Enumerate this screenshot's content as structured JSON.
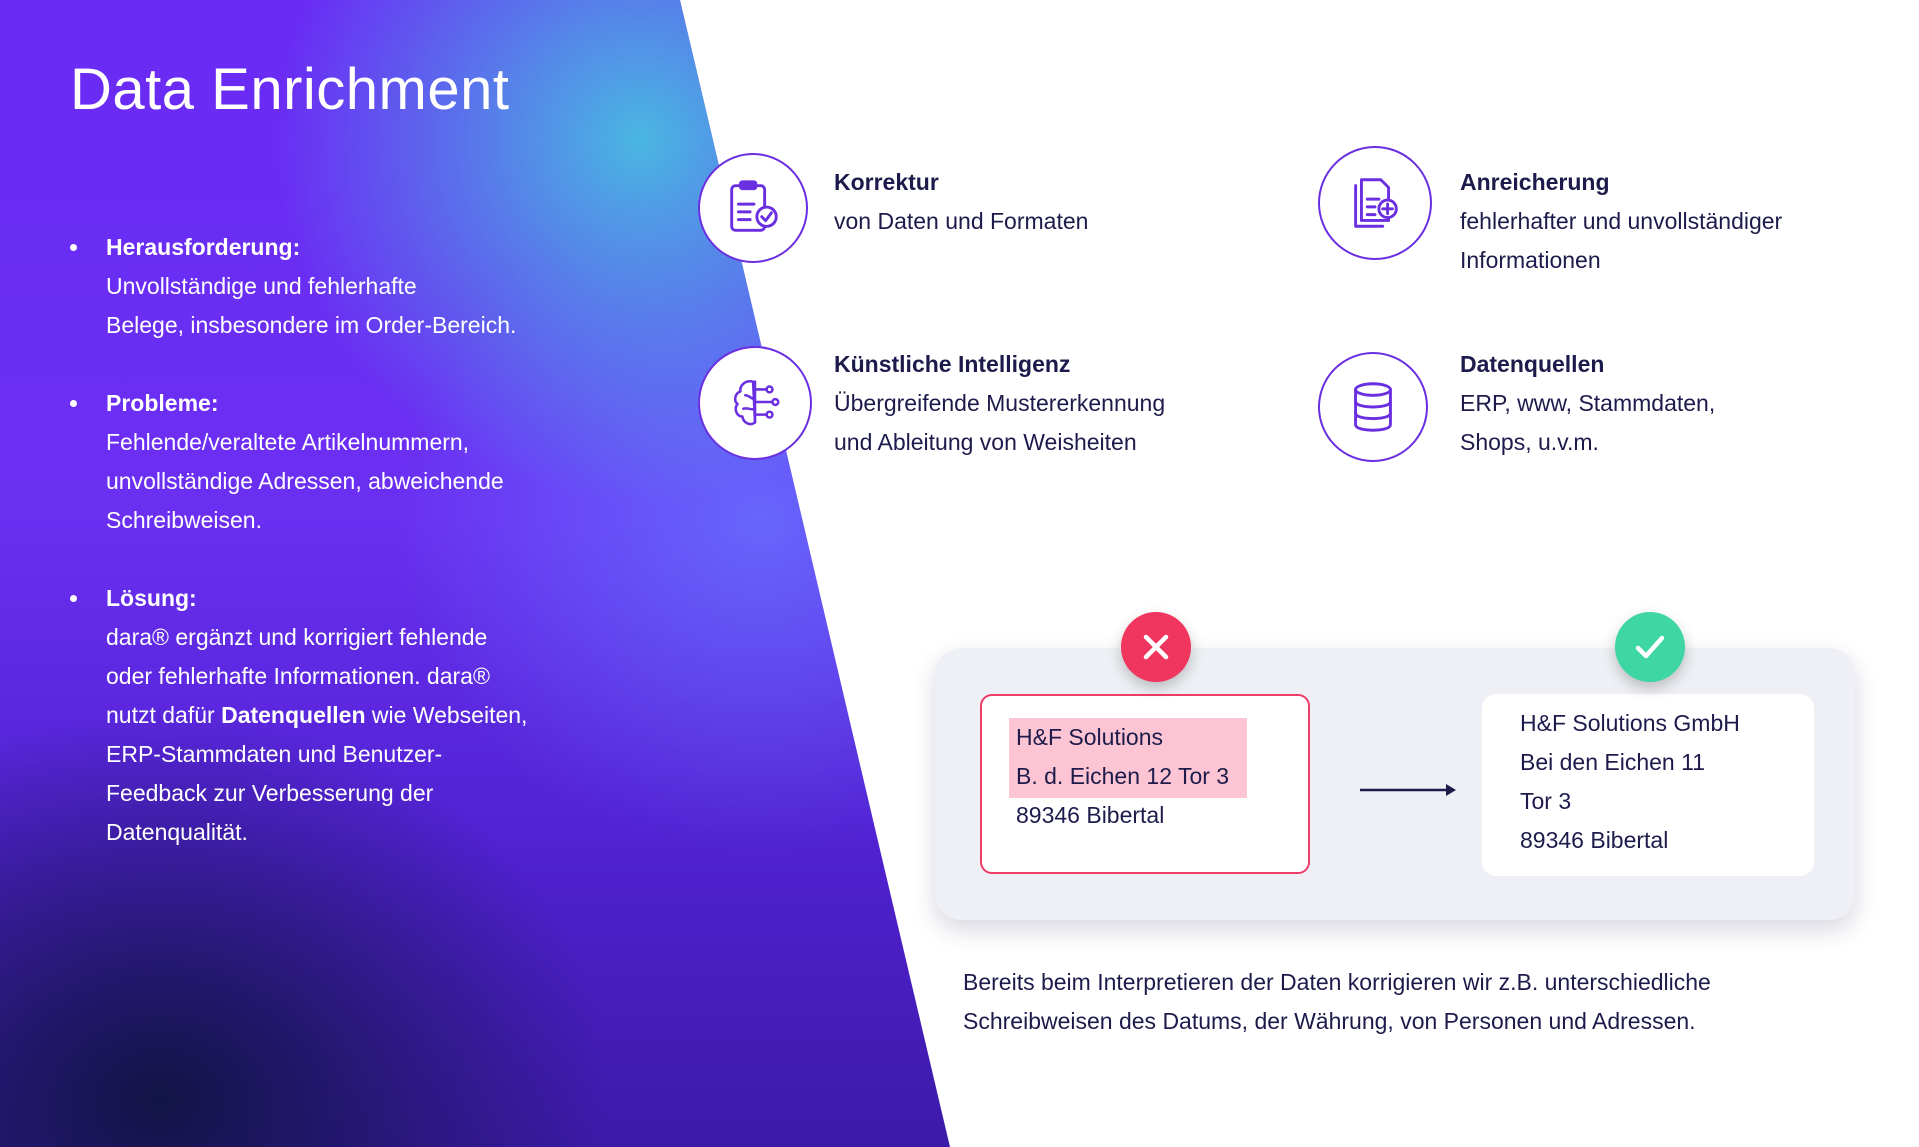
{
  "title": "Data Enrichment",
  "bullets": [
    {
      "heading": "Herausforderung:",
      "lines": [
        "Unvollständige und fehlerhafte",
        "Belege, insbesondere im Order-Bereich."
      ]
    },
    {
      "heading": "Probleme:",
      "lines": [
        "Fehlende/veraltete Artikelnummern,",
        "unvollständige Adressen, abweichende",
        "Schreibweisen."
      ]
    },
    {
      "heading": "Lösung:",
      "lines": [
        "dara® ergänzt und korrigiert fehlende",
        "oder fehlerhafte Informationen. dara®"
      ],
      "mixed_prefix": "nutzt dafür ",
      "mixed_bold": "Datenquellen",
      "mixed_suffix": " wie Webseiten,",
      "lines_after": [
        "ERP-Stammdaten und Benutzer-",
        "Feedback zur Verbesserung der",
        "Datenqualität."
      ]
    }
  ],
  "features": [
    {
      "title": "Korrektur",
      "desc": [
        "von Daten und Formaten"
      ],
      "icon": "clipboard-check-icon"
    },
    {
      "title": "Anreicherung",
      "desc": [
        "fehlerhafter und unvollständiger",
        "Informationen"
      ],
      "icon": "document-add-icon"
    },
    {
      "title": "Künstliche Intelligenz",
      "desc": [
        "Übergreifende Mustererkennung",
        "und Ableitung von Weisheiten"
      ],
      "icon": "ai-brain-icon"
    },
    {
      "title": "Datenquellen",
      "desc": [
        "ERP, www, Stammdaten,",
        "Shops, u.v.m."
      ],
      "icon": "database-icon"
    }
  ],
  "example": {
    "wrong": [
      "H&F Solutions",
      "B. d. Eichen 12 Tor 3",
      "89346 Bibertal"
    ],
    "right": [
      "H&F Solutions GmbH",
      "Bei den Eichen 11",
      "Tor 3",
      "89346 Bibertal"
    ]
  },
  "caption": [
    "Bereits beim Interpretieren der Daten korrigieren wir z.B. unterschiedliche",
    "Schreibweisen des Datums, der Währung, von Personen und Adressen."
  ],
  "colors": {
    "accent": "#6a2fe0",
    "error": "#f0365e",
    "success": "#3ed6a3",
    "highlight": "#fdc5d3"
  }
}
